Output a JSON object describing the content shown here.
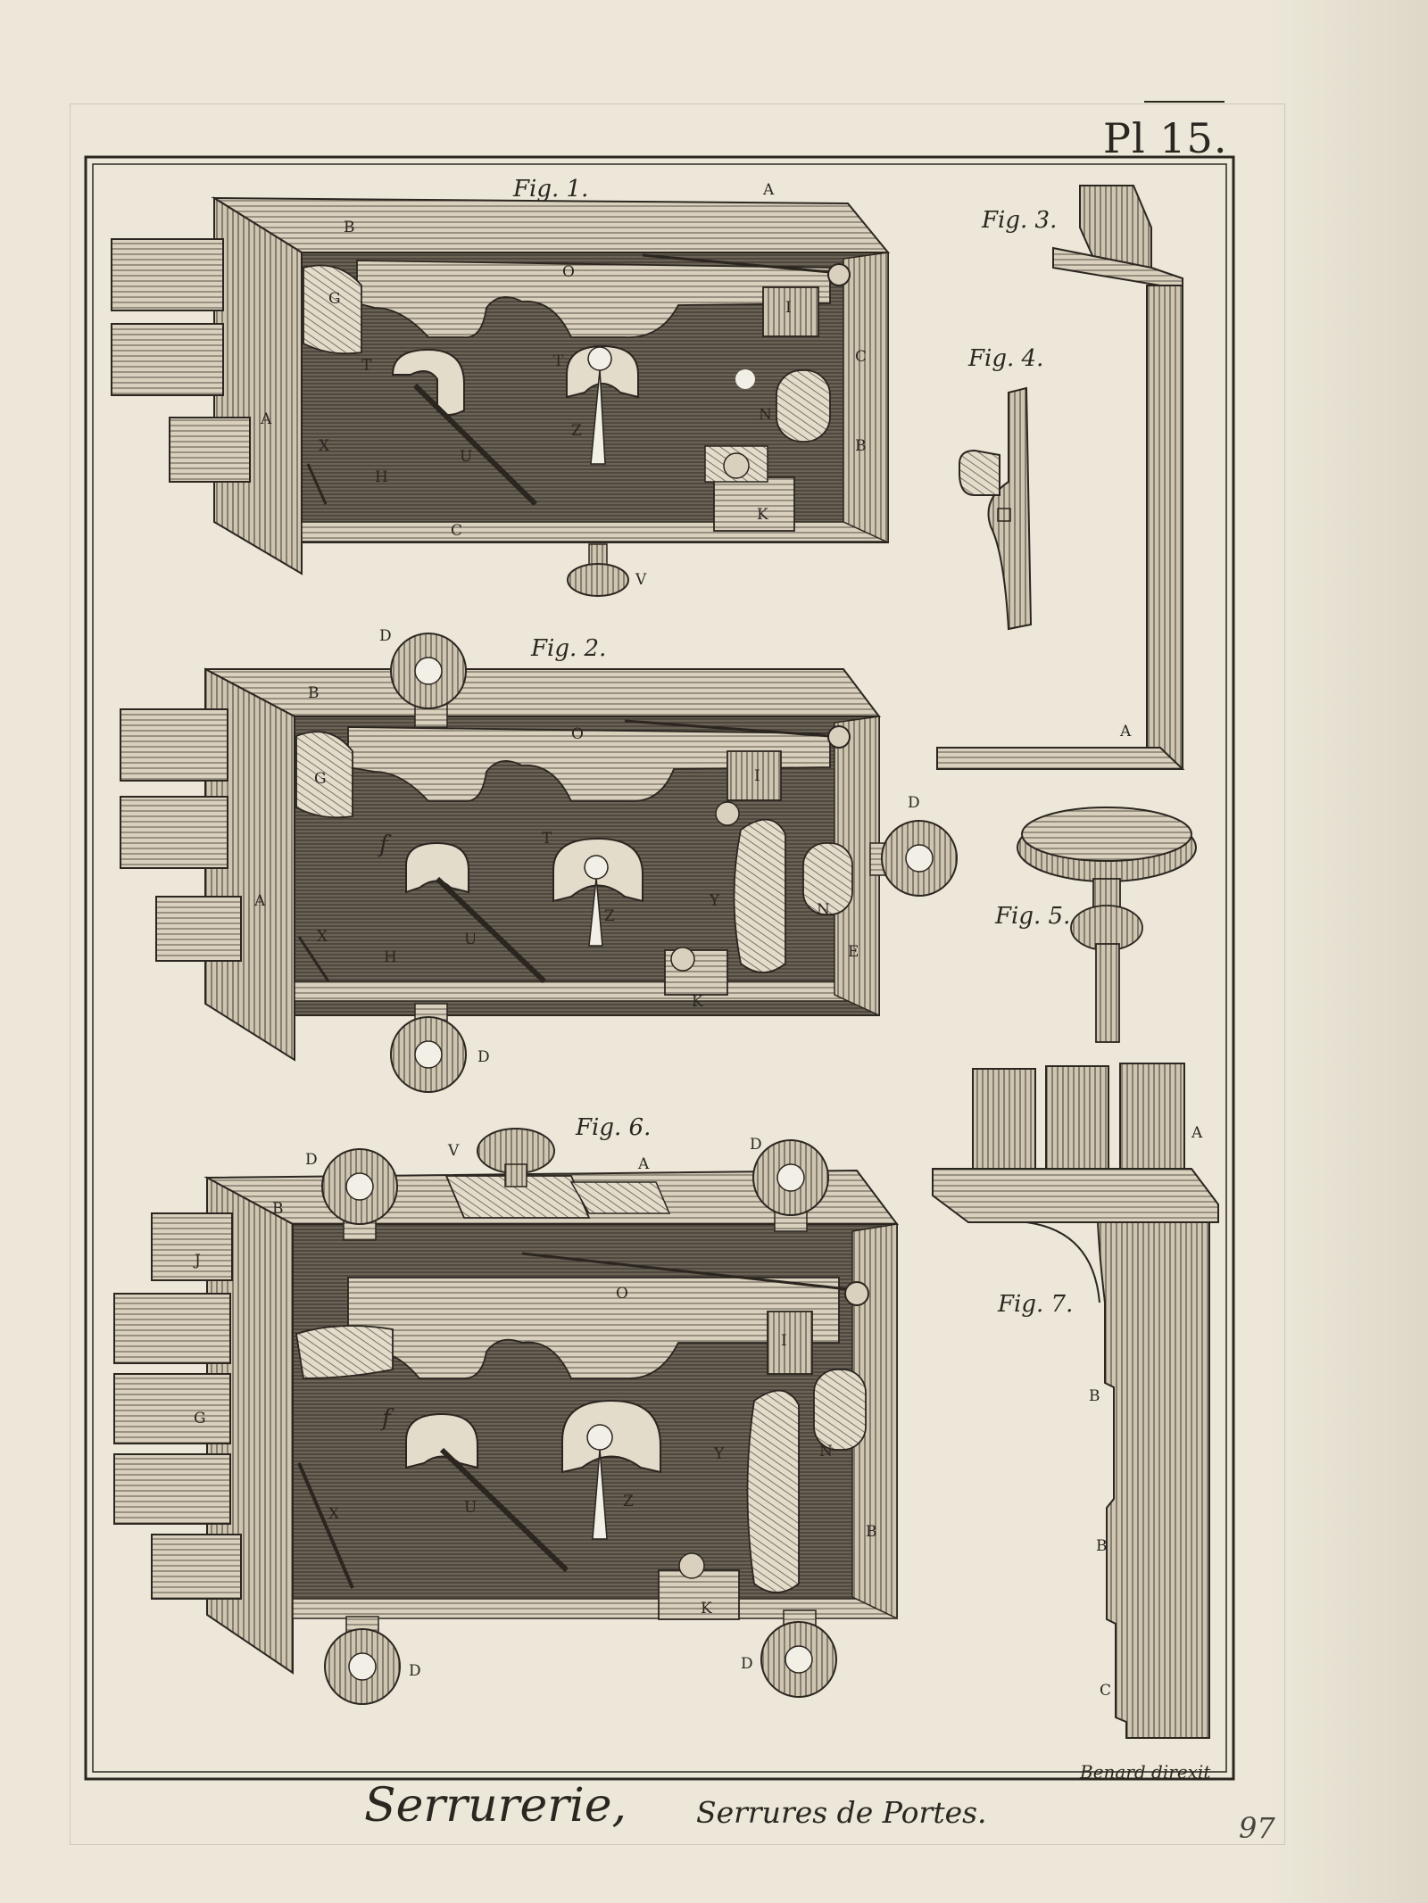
{
  "plate": {
    "number": "Pl 15.",
    "title": "Serrurerie,",
    "subtitle": "Serrures de Portes.",
    "engraver": "Benard direxit",
    "page": "97"
  },
  "figures": {
    "fig1": {
      "label": "Fig. 1.",
      "parts": {
        "A": "A",
        "A2": "A",
        "B": "B",
        "B2": "B",
        "C": "C",
        "C2": "C",
        "G": "G",
        "H": "H",
        "I": "I",
        "K": "K",
        "N": "N",
        "O": "O",
        "T": "T",
        "T2": "T",
        "U": "U",
        "V": "V",
        "X": "X",
        "Z": "Z"
      }
    },
    "fig2": {
      "label": "Fig. 2.",
      "parts": {
        "D1": "D",
        "D2": "D",
        "D3": "D",
        "B": "B",
        "O": "O",
        "G": "G",
        "I": "I",
        "f": "f",
        "T": "T",
        "A": "A",
        "Y": "Y",
        "N": "N",
        "Z": "Z",
        "U": "U",
        "X": "X",
        "H": "H",
        "K": "K",
        "E": "E"
      }
    },
    "fig3": {
      "label": "Fig. 3.",
      "parts": {
        "A": "A"
      }
    },
    "fig4": {
      "label": "Fig. 4."
    },
    "fig5": {
      "label": "Fig. 5."
    },
    "fig6": {
      "label": "Fig. 6.",
      "parts": {
        "D1": "D",
        "D2": "D",
        "D3": "D",
        "D4": "D",
        "V": "V",
        "A": "A",
        "B": "B",
        "J": "J",
        "O": "O",
        "I": "I",
        "G": "G",
        "f": "f",
        "U": "U",
        "Z": "Z",
        "Y": "Y",
        "N": "N",
        "X": "X",
        "K": "K",
        "B2": "B"
      }
    },
    "fig7": {
      "label": "Fig. 7.",
      "parts": {
        "A": "A",
        "B1": "B",
        "B2": "B",
        "C": "C"
      }
    }
  },
  "colors": {
    "paper": "#ece7d8",
    "ink": "#2b2620",
    "wood": "#d6cebb",
    "shadow": "#6e665a",
    "dark": "#4a443b"
  }
}
